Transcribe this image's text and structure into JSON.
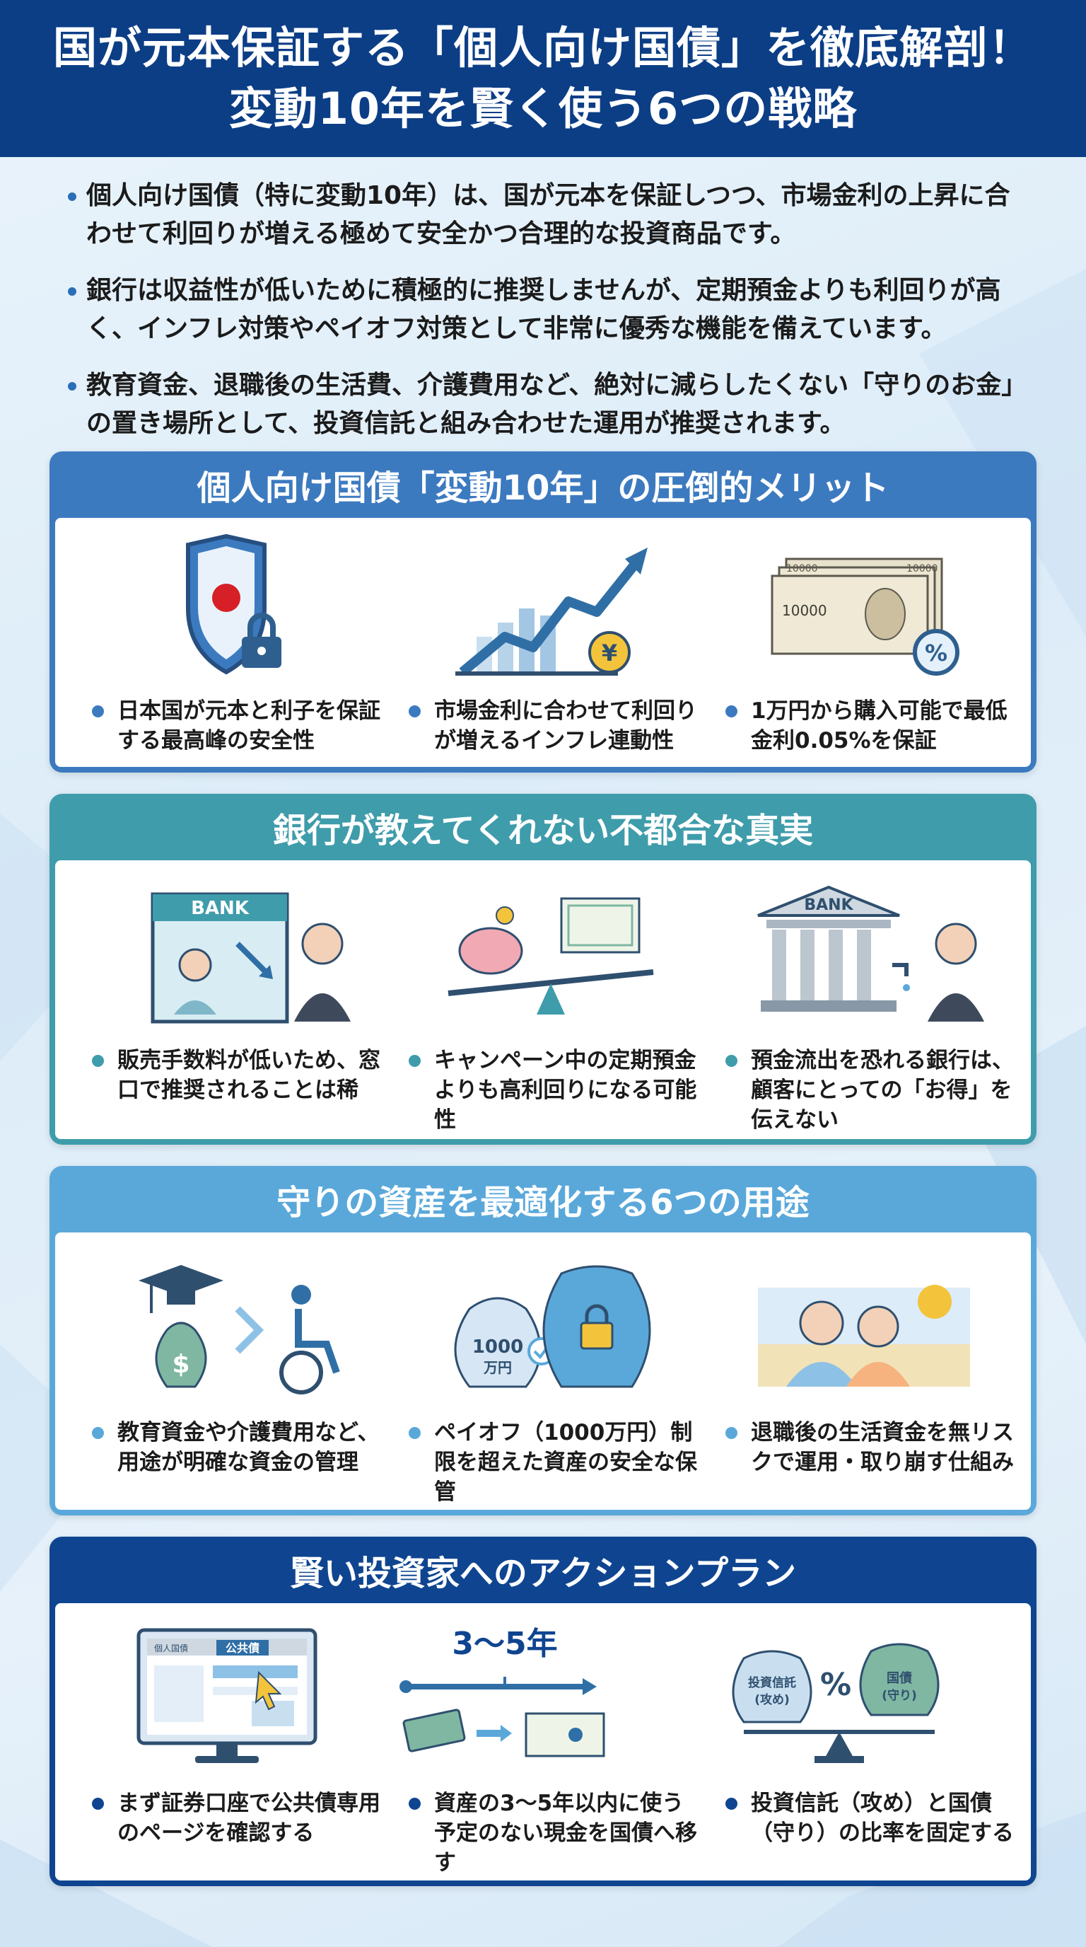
{
  "header": {
    "title_line1": "国が元本保証する「個人向け国債」を徹底解剖！",
    "title_line2": "変動10年を賢く使う6つの戦略"
  },
  "intro": [
    "個人向け国債（特に変動10年）は、国が元本を保証しつつ、市場金利の上昇に合わせて利回りが増える極めて安全かつ合理的な投資商品です。",
    "銀行は収益性が低いために積極的に推奨しませんが、定期預金よりも利回りが高く、インフレ対策やペイオフ対策として非常に優秀な機能を備えています。",
    "教育資金、退職後の生活費、介護費用など、絶対に減らしたくない「守りのお金」の置き場所として、投資信託と組み合わせた運用が推奨されます。"
  ],
  "sections": [
    {
      "title": "個人向け国債「変動10年」の圧倒的メリット",
      "items": [
        {
          "caption": "日本国が元本と利子を保証する最高峰の安全性"
        },
        {
          "caption": "市場金利に合わせて利回りが増えるインフレ連動性",
          "icon_text": "¥"
        },
        {
          "caption": "1万円から購入可能で最低金利0.05%を保証",
          "icon_text": "%",
          "note_a": "10000",
          "note_b": "10000",
          "note_c": "10000"
        }
      ]
    },
    {
      "title": "銀行が教えてくれない不都合な真実",
      "items": [
        {
          "caption": "販売手数料が低いため、窓口で推奨されることは稀",
          "sign": "BANK"
        },
        {
          "caption": "キャンペーン中の定期預金よりも高利回りになる可能性"
        },
        {
          "caption": "預金流出を恐れる銀行は、顧客にとっての「お得」を伝えない",
          "sign": "BANK"
        }
      ]
    },
    {
      "title": "守りの資産を最適化する6つの用途",
      "items": [
        {
          "caption": "教育資金や介護費用など、用途が明確な資金の管理",
          "icon_text": "$"
        },
        {
          "caption": "ペイオフ（1000万円）制限を超えた資産の安全な保管",
          "bag_line1": "1000",
          "bag_line2": "万円"
        },
        {
          "caption": "退職後の生活資金を無リスクで運用・取り崩す仕組み"
        }
      ]
    },
    {
      "title": "賢い投資家へのアクションプラン",
      "items": [
        {
          "caption": "まず証券口座で公共債専用のページを確認する",
          "screen_tab": "公共債",
          "screen_tab2": "個人国債"
        },
        {
          "caption": "資産の3〜5年以内に使う予定のない現金を国債へ移す",
          "label": "3〜5年"
        },
        {
          "caption": "投資信託（攻め）と国債（守り）の比率を固定する",
          "bag_left1": "投資信託",
          "bag_left2": "(攻め)",
          "bag_right1": "国債",
          "bag_right2": "(守り)",
          "icon_text": "%"
        }
      ]
    }
  ],
  "colors": {
    "header": "#0c3e86",
    "section1": "#3c7ac0",
    "section2": "#3f9cab",
    "section3": "#5aa8da",
    "section4": "#0f4590"
  }
}
